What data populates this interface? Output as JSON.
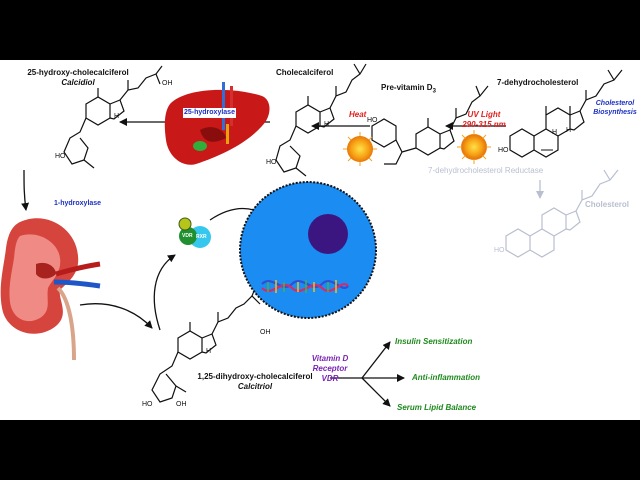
{
  "compounds": {
    "seven_dhc": "7-dehydrocholesterol",
    "previtamin_d3": "Pre-vitamin D",
    "previtamin_sub": "3",
    "cholecalciferol": "Cholecalciferol",
    "calcidiol_line1": "25-hydroxy-cholecalciferol",
    "calcidiol_line2": "Calcidiol",
    "calcitriol_line1": "1,25-dihydroxy-cholecalciferol",
    "calcitriol_line2": "Calcitriol",
    "cholesterol": "Cholesterol"
  },
  "conditions": {
    "uv_light": "UV Light",
    "wavelength": "290-315 nm",
    "heat": "Heat"
  },
  "enzymes": {
    "liver_enzyme": "25-hydroxylase",
    "kidney_enzyme": "1-hydroxylase",
    "reductase": "7-dehydrocholesterol Reductase"
  },
  "labels": {
    "biosynthesis_line1": "Cholesterol",
    "biosynthesis_line2": "Biosynthesis",
    "receptor_vdr": "VDR",
    "receptor_rxr": "RXR",
    "vdr_line1": "Vitamin D",
    "vdr_line2": "Receptor",
    "vdr_line3": "VDR"
  },
  "chem_labels": {
    "oh": "OH",
    "ho": "HO",
    "h": "H"
  },
  "effects": [
    "Insulin Sensitization",
    "Anti-inflammation",
    "Serum Lipid Balance"
  ],
  "colors": {
    "red": "#e02020",
    "blue": "#1c2fc2",
    "purple": "#7a23b5",
    "green": "#1d8a1d",
    "gray": "#b9bfd0",
    "nucleus_blue": "#1b8cf2",
    "nucleolus": "#3c1680"
  }
}
